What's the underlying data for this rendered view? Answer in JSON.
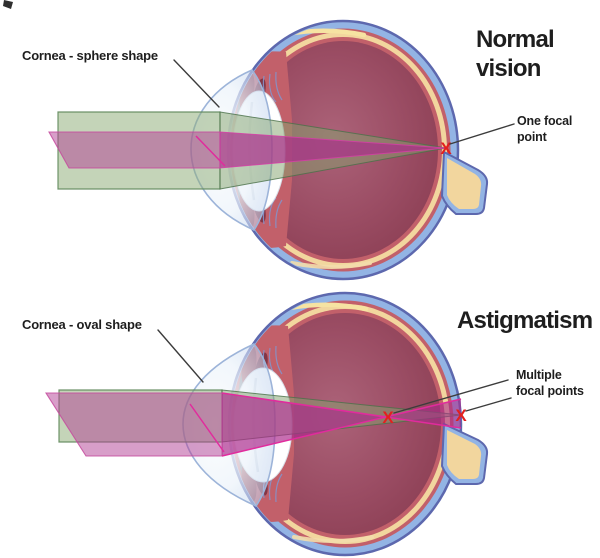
{
  "panels": [
    {
      "title": "Normal\nvision",
      "cornea_label": "Cornea - sphere shape",
      "focal_label": "One focal\npoint",
      "focal_marks": [
        "X"
      ]
    },
    {
      "title": "Astigmatism",
      "cornea_label": "Cornea - oval shape",
      "focal_label": "Multiple\nfocal points",
      "focal_marks": [
        "X",
        "X"
      ]
    }
  ],
  "colors": {
    "background": "#ffffff",
    "text": "#1e1e1e",
    "leader_line": "#3c3c3c",
    "focal_mark_red": "#e3201e",
    "sclera_blue": "#93b4e4",
    "outline_blue": "#5d68ae",
    "sclera_cream": "#f2d69e",
    "choroid_red": "#c2606a",
    "interior_maroon": "#9b4d64",
    "beam_green": "#8aab74",
    "beam_magenta": "#b23c94",
    "beam_pink_edge": "#e12b9d"
  }
}
